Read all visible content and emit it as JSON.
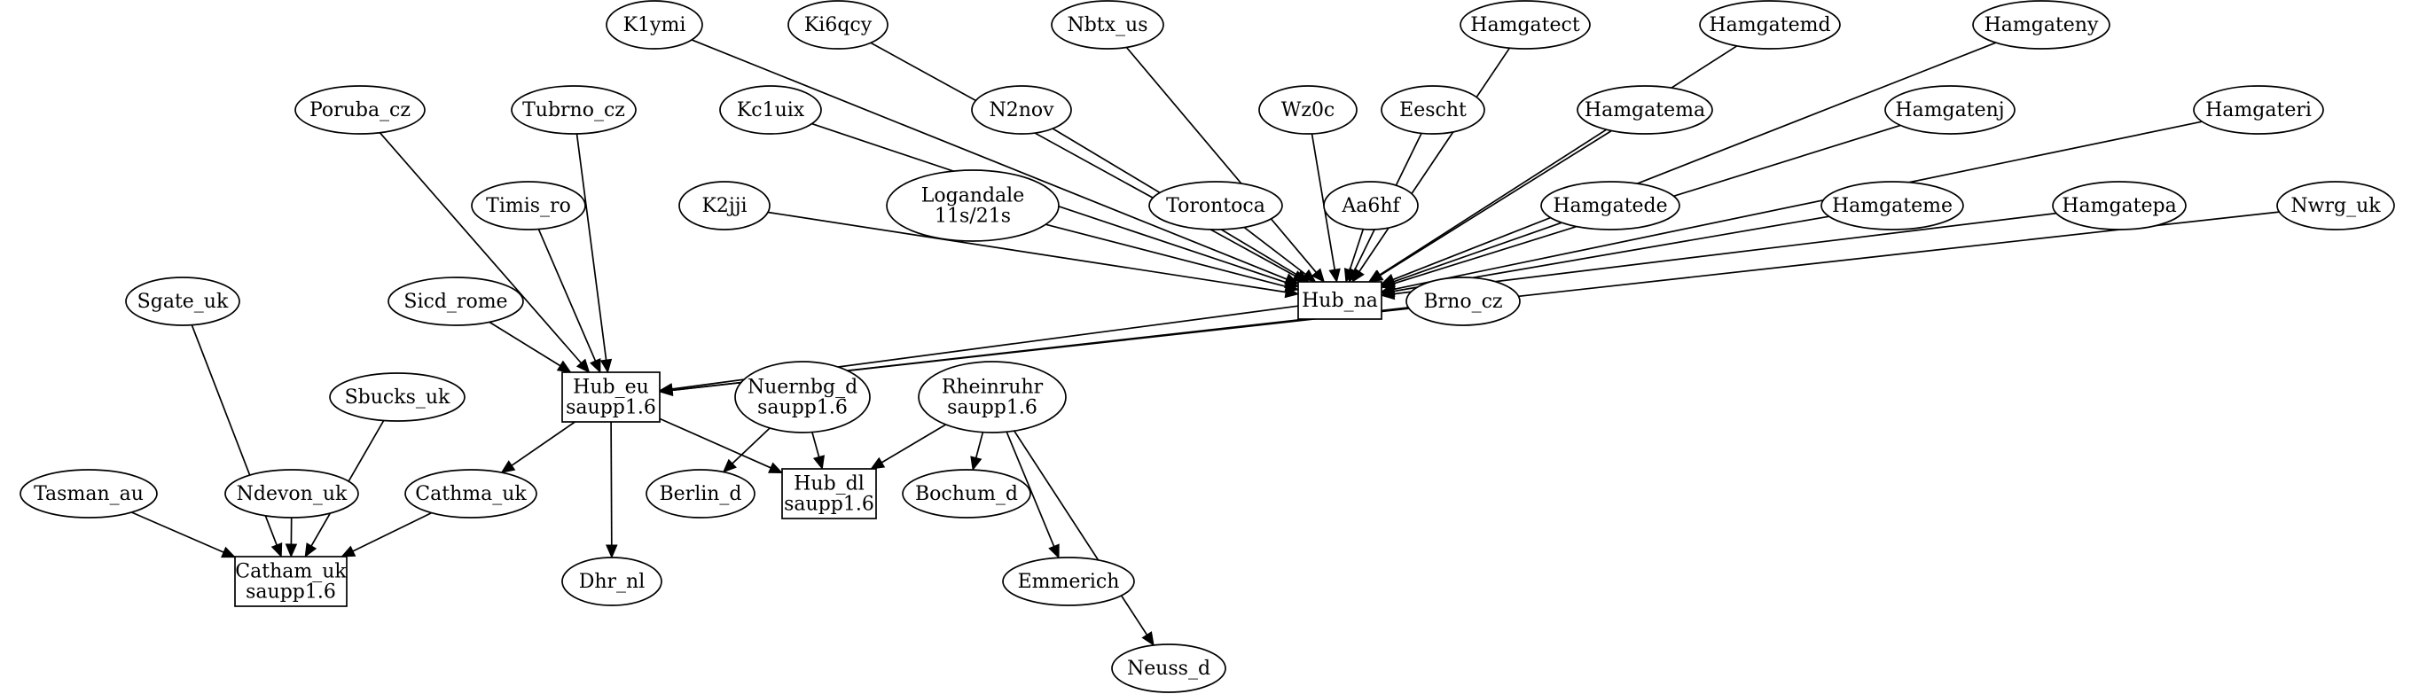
{
  "graph": {
    "nodes": [
      {
        "id": "K1ymi",
        "lines": [
          "K1ymi"
        ],
        "shape": "ellipse"
      },
      {
        "id": "Ki6qcy",
        "lines": [
          "Ki6qcy"
        ],
        "shape": "ellipse"
      },
      {
        "id": "Nbtx_us",
        "lines": [
          "Nbtx_us"
        ],
        "shape": "ellipse"
      },
      {
        "id": "Hamgatect",
        "lines": [
          "Hamgatect"
        ],
        "shape": "ellipse"
      },
      {
        "id": "Hamgatemd",
        "lines": [
          "Hamgatemd"
        ],
        "shape": "ellipse"
      },
      {
        "id": "Hamgateny",
        "lines": [
          "Hamgateny"
        ],
        "shape": "ellipse"
      },
      {
        "id": "Poruba_cz",
        "lines": [
          "Poruba_cz"
        ],
        "shape": "ellipse"
      },
      {
        "id": "Tubrno_cz",
        "lines": [
          "Tubrno_cz"
        ],
        "shape": "ellipse"
      },
      {
        "id": "Kc1uix",
        "lines": [
          "Kc1uix"
        ],
        "shape": "ellipse"
      },
      {
        "id": "N2nov",
        "lines": [
          "N2nov"
        ],
        "shape": "ellipse"
      },
      {
        "id": "Wz0c",
        "lines": [
          "Wz0c"
        ],
        "shape": "ellipse"
      },
      {
        "id": "Eescht",
        "lines": [
          "Eescht"
        ],
        "shape": "ellipse"
      },
      {
        "id": "Hamgatema",
        "lines": [
          "Hamgatema"
        ],
        "shape": "ellipse"
      },
      {
        "id": "Hamgatenj",
        "lines": [
          "Hamgatenj"
        ],
        "shape": "ellipse"
      },
      {
        "id": "Hamgateri",
        "lines": [
          "Hamgateri"
        ],
        "shape": "ellipse"
      },
      {
        "id": "Timis_ro",
        "lines": [
          "Timis_ro"
        ],
        "shape": "ellipse"
      },
      {
        "id": "K2jji",
        "lines": [
          "K2jji"
        ],
        "shape": "ellipse"
      },
      {
        "id": "Logandale",
        "lines": [
          "Logandale",
          "11s/21s"
        ],
        "shape": "ellipse"
      },
      {
        "id": "Torontoca",
        "lines": [
          "Torontoca"
        ],
        "shape": "ellipse"
      },
      {
        "id": "Aa6hf",
        "lines": [
          "Aa6hf"
        ],
        "shape": "ellipse"
      },
      {
        "id": "Hamgatede",
        "lines": [
          "Hamgatede"
        ],
        "shape": "ellipse"
      },
      {
        "id": "Hamgateme",
        "lines": [
          "Hamgateme"
        ],
        "shape": "ellipse"
      },
      {
        "id": "Hamgatepa",
        "lines": [
          "Hamgatepa"
        ],
        "shape": "ellipse"
      },
      {
        "id": "Nwrg_uk",
        "lines": [
          "Nwrg_uk"
        ],
        "shape": "ellipse"
      },
      {
        "id": "Sgate_uk",
        "lines": [
          "Sgate_uk"
        ],
        "shape": "ellipse"
      },
      {
        "id": "Sicd_rome",
        "lines": [
          "Sicd_rome"
        ],
        "shape": "ellipse"
      },
      {
        "id": "Hub_na",
        "lines": [
          "Hub_na"
        ],
        "shape": "box"
      },
      {
        "id": "Brno_cz",
        "lines": [
          "Brno_cz"
        ],
        "shape": "ellipse"
      },
      {
        "id": "Sbucks_uk",
        "lines": [
          "Sbucks_uk"
        ],
        "shape": "ellipse"
      },
      {
        "id": "Hub_eu",
        "lines": [
          "Hub_eu",
          "saupp1.6"
        ],
        "shape": "box"
      },
      {
        "id": "Nuernbg_d",
        "lines": [
          "Nuernbg_d",
          "saupp1.6"
        ],
        "shape": "ellipse"
      },
      {
        "id": "Rheinruhr",
        "lines": [
          "Rheinruhr",
          "saupp1.6"
        ],
        "shape": "ellipse"
      },
      {
        "id": "Tasman_au",
        "lines": [
          "Tasman_au"
        ],
        "shape": "ellipse"
      },
      {
        "id": "Ndevon_uk",
        "lines": [
          "Ndevon_uk"
        ],
        "shape": "ellipse"
      },
      {
        "id": "Cathma_uk",
        "lines": [
          "Cathma_uk"
        ],
        "shape": "ellipse"
      },
      {
        "id": "Berlin_d",
        "lines": [
          "Berlin_d"
        ],
        "shape": "ellipse"
      },
      {
        "id": "Hub_dl",
        "lines": [
          "Hub_dl",
          "saupp1.6"
        ],
        "shape": "box"
      },
      {
        "id": "Bochum_d",
        "lines": [
          "Bochum_d"
        ],
        "shape": "ellipse"
      },
      {
        "id": "Catham_uk",
        "lines": [
          "Catham_uk",
          "saupp1.6"
        ],
        "shape": "box"
      },
      {
        "id": "Dhr_nl",
        "lines": [
          "Dhr_nl"
        ],
        "shape": "ellipse"
      },
      {
        "id": "Emmerich",
        "lines": [
          "Emmerich"
        ],
        "shape": "ellipse"
      },
      {
        "id": "Neuss_d",
        "lines": [
          "Neuss_d"
        ],
        "shape": "ellipse"
      }
    ],
    "edges": [
      {
        "from": "K1ymi",
        "to": "Hub_na"
      },
      {
        "from": "Ki6qcy",
        "to": "Hub_na"
      },
      {
        "from": "Nbtx_us",
        "to": "Hub_na"
      },
      {
        "from": "Hamgatect",
        "to": "Hub_na"
      },
      {
        "from": "Hamgatemd",
        "to": "Hub_na"
      },
      {
        "from": "Hamgateny",
        "to": "Hub_na"
      },
      {
        "from": "Kc1uix",
        "to": "Hub_na"
      },
      {
        "from": "N2nov",
        "to": "Hub_na"
      },
      {
        "from": "Wz0c",
        "to": "Hub_na"
      },
      {
        "from": "Eescht",
        "to": "Hub_na"
      },
      {
        "from": "Hamgatema",
        "to": "Hub_na"
      },
      {
        "from": "Hamgatenj",
        "to": "Hub_na"
      },
      {
        "from": "Hamgateri",
        "to": "Hub_na"
      },
      {
        "from": "K2jji",
        "to": "Hub_na"
      },
      {
        "from": "Logandale",
        "to": "Hub_na"
      },
      {
        "from": "Torontoca",
        "to": "Hub_na"
      },
      {
        "from": "Aa6hf",
        "to": "Hub_na"
      },
      {
        "from": "Hamgatede",
        "to": "Hub_na"
      },
      {
        "from": "Hamgateme",
        "to": "Hub_na"
      },
      {
        "from": "Hamgatepa",
        "to": "Hub_na"
      },
      {
        "from": "Poruba_cz",
        "to": "Hub_eu"
      },
      {
        "from": "Tubrno_cz",
        "to": "Hub_eu"
      },
      {
        "from": "Timis_ro",
        "to": "Hub_eu"
      },
      {
        "from": "Sicd_rome",
        "to": "Hub_eu"
      },
      {
        "from": "Hub_na",
        "to": "Hub_eu"
      },
      {
        "from": "Brno_cz",
        "to": "Hub_eu"
      },
      {
        "from": "Nwrg_uk",
        "to": "Hub_eu"
      },
      {
        "from": "Hub_eu",
        "to": "Cathma_uk"
      },
      {
        "from": "Hub_eu",
        "to": "Dhr_nl"
      },
      {
        "from": "Hub_eu",
        "to": "Hub_dl"
      },
      {
        "from": "Nuernbg_d",
        "to": "Berlin_d"
      },
      {
        "from": "Nuernbg_d",
        "to": "Hub_dl"
      },
      {
        "from": "Rheinruhr",
        "to": "Hub_dl"
      },
      {
        "from": "Rheinruhr",
        "to": "Bochum_d"
      },
      {
        "from": "Rheinruhr",
        "to": "Emmerich"
      },
      {
        "from": "Rheinruhr",
        "to": "Neuss_d"
      },
      {
        "from": "Sgate_uk",
        "to": "Catham_uk"
      },
      {
        "from": "Sbucks_uk",
        "to": "Catham_uk"
      },
      {
        "from": "Tasman_au",
        "to": "Catham_uk"
      },
      {
        "from": "Ndevon_uk",
        "to": "Catham_uk"
      },
      {
        "from": "Cathma_uk",
        "to": "Catham_uk"
      }
    ]
  }
}
